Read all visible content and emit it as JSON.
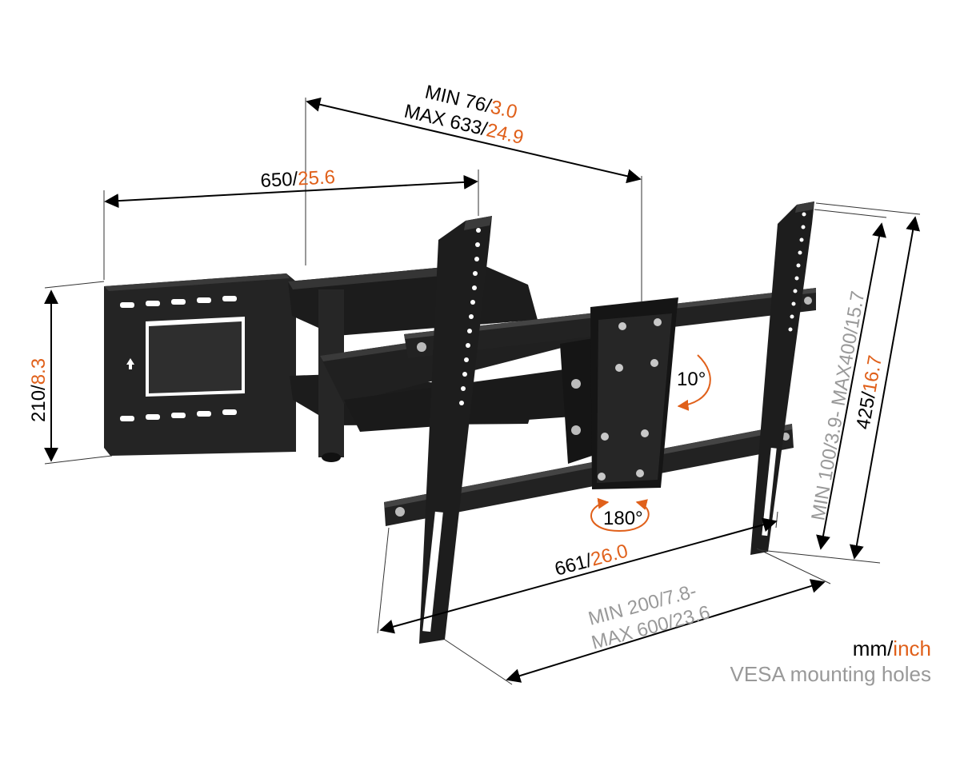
{
  "colors": {
    "metric": "#000000",
    "imperial": "#e0601a",
    "vesa": "#999999",
    "mount": "#1f1f1f"
  },
  "dimensions": {
    "depth": {
      "line1_mm": "MIN 76",
      "line1_sep": "/",
      "line1_in": "3.0",
      "line2_mm": "MAX 633",
      "line2_sep": "/",
      "line2_in": "24.9"
    },
    "wall_plate_width": {
      "mm": "650",
      "sep": "/",
      "in": "25.6"
    },
    "wall_plate_height": {
      "mm": "210",
      "sep": "/",
      "in": "8.3"
    },
    "tv_bracket_width": {
      "mm": "661",
      "sep": "/",
      "in": "26.0"
    },
    "tv_bracket_height": {
      "mm": "425",
      "sep": "/",
      "in": "16.7"
    },
    "vesa_horizontal": {
      "line1": "MIN 200",
      "line1_sep": "/",
      "line1_in": "7.8-",
      "line2": "MAX 600",
      "line2_sep": "/",
      "line2_in": "23.6"
    },
    "vesa_vertical": {
      "mm_min": "MIN 100",
      "sep1": "/",
      "in_min": "3.9",
      "dash": "- ",
      "mm_max": "MAX400",
      "sep2": "/",
      "in_max": "15.7"
    }
  },
  "rotation": {
    "tilt": "10°",
    "swivel": "180°"
  },
  "legend": {
    "unit_mm": "mm",
    "unit_sep": "/",
    "unit_in": "inch",
    "vesa_text": "VESA mounting holes"
  },
  "icons": [
    "up-arrow-icon",
    "tilt-arrow-icon",
    "swivel-arrow-icon"
  ]
}
